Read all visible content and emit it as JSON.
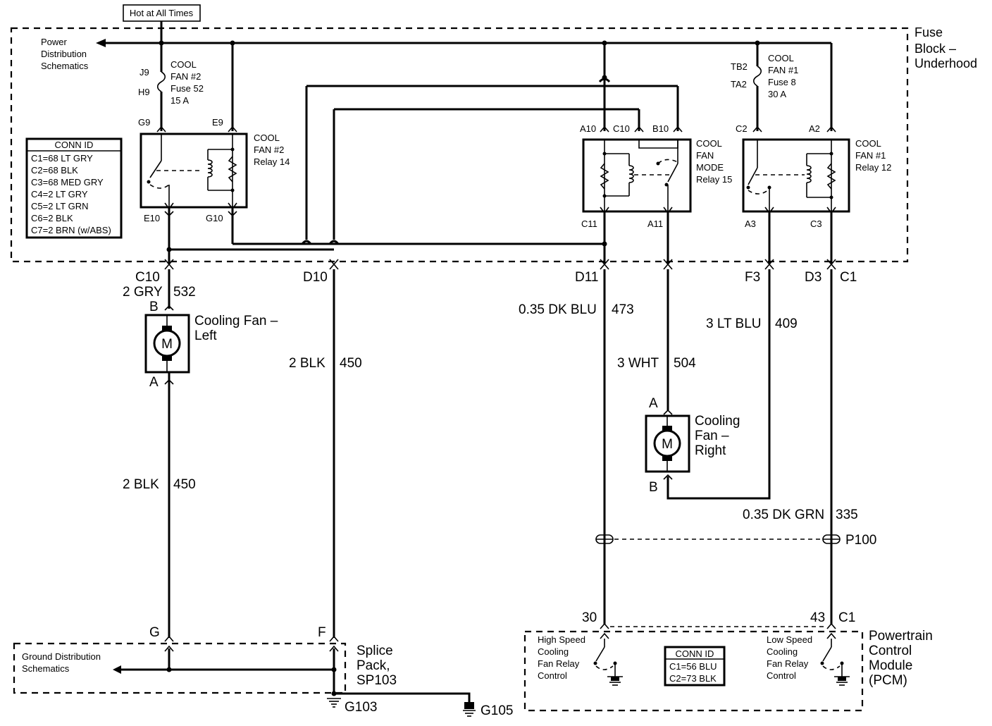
{
  "header": {
    "hot_label": "Hot at All Times"
  },
  "fuse_block": {
    "title": [
      "Fuse",
      "Block –",
      "Underhood"
    ],
    "power_dist": [
      "Power",
      "Distribution",
      "Schematics"
    ],
    "conn_id": {
      "title": "CONN ID",
      "rows": [
        "C1=68 LT GRY",
        "C2=68 BLK",
        "C3=68 MED GRY",
        "C4=2 LT GRY",
        "C5=2 LT GRN",
        "C6=2 BLK",
        "C7=2 BRN (w/ABS)"
      ]
    },
    "fuse52": {
      "top": "J9",
      "bottom": "H9",
      "label": [
        "COOL",
        "FAN #2",
        "Fuse 52",
        "15 A"
      ]
    },
    "fuse8": {
      "top": "TB2",
      "bottom": "TA2",
      "label": [
        "COOL",
        "FAN #1",
        "Fuse 8",
        "30 A"
      ]
    },
    "relay14": {
      "label": [
        "COOL",
        "FAN #2",
        "Relay 14"
      ],
      "pins": [
        "G9",
        "E9",
        "E10",
        "G10"
      ]
    },
    "relay15": {
      "label": [
        "COOL",
        "FAN",
        "MODE",
        "Relay 15"
      ],
      "pins": [
        "A10",
        "C10",
        "B10",
        "C11",
        "A11"
      ]
    },
    "relay12": {
      "label": [
        "COOL",
        "FAN #1",
        "Relay 12"
      ],
      "pins": [
        "C2",
        "A2",
        "A3",
        "C3"
      ]
    }
  },
  "connectors": {
    "c10": "C10",
    "d10": "D10",
    "d11": "D11",
    "f3": "F3",
    "d3": "D3",
    "c1": "C1"
  },
  "wires": {
    "w532": {
      "gauge": "2 GRY",
      "circuit": "532"
    },
    "w450a": {
      "gauge": "2 BLK",
      "circuit": "450"
    },
    "w450b": {
      "gauge": "2 BLK",
      "circuit": "450"
    },
    "w473": {
      "gauge": "0.35 DK BLU",
      "circuit": "473"
    },
    "w504": {
      "gauge": "3 WHT",
      "circuit": "504"
    },
    "w409": {
      "gauge": "3 LT BLU",
      "circuit": "409"
    },
    "w335": {
      "gauge": "0.35 DK GRN",
      "circuit": "335"
    }
  },
  "fan_left": {
    "title": [
      "Cooling Fan –",
      "Left"
    ],
    "pin_top": "B",
    "pin_bottom": "A",
    "motor": "M"
  },
  "fan_right": {
    "title": [
      "Cooling",
      "Fan –",
      "Right"
    ],
    "pin_top": "A",
    "pin_bottom": "B",
    "motor": "M"
  },
  "p100": "P100",
  "splice": {
    "title": [
      "Splice",
      "Pack,",
      "SP103"
    ],
    "ground_dist": [
      "Ground Distribution",
      "Schematics"
    ],
    "pins": [
      "G",
      "F"
    ],
    "g103": "G103",
    "g105": "G105"
  },
  "pcm": {
    "title": [
      "Powertrain",
      "Control",
      "Module",
      "(PCM)"
    ],
    "pin30": "30",
    "pin43": "43",
    "c1": "C1",
    "high_speed": [
      "High Speed",
      "Cooling",
      "Fan Relay",
      "Control"
    ],
    "low_speed": [
      "Low Speed",
      "Cooling",
      "Fan Relay",
      "Control"
    ],
    "conn_id": {
      "title": "CONN ID",
      "rows": [
        "C1=56 BLU",
        "C2=73 BLK"
      ]
    }
  }
}
